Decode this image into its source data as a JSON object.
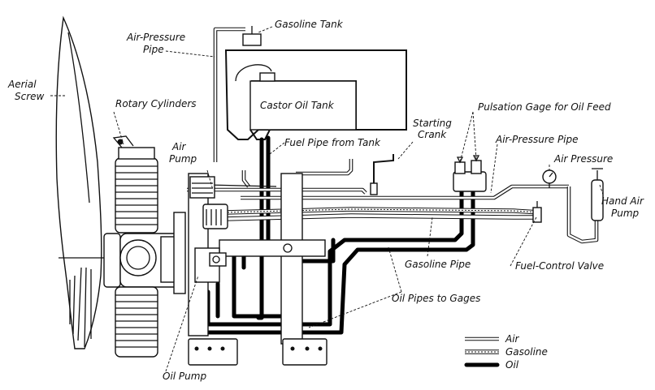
{
  "labels": {
    "gasoline_tank": "Gasoline Tank",
    "air_pressure_pipe_top_line1": "Air-Pressure",
    "air_pressure_pipe_top_line2": "Pipe",
    "aerial_screw_line1": "Aerial",
    "aerial_screw_line2": "Screw",
    "rotary_cylinders": "Rotary Cylinders",
    "castor_oil_tank": "Castor Oil Tank",
    "starting_crank_line1": "Starting",
    "starting_crank_line2": "Crank",
    "pulsation_gage": "Pulsation Gage for Oil Feed",
    "air_pump_line1": "Air",
    "air_pump_line2": "Pump",
    "fuel_pipe_from_tank": "Fuel Pipe from Tank",
    "air_pressure_pipe_right": "Air-Pressure Pipe",
    "air_pressure_gage": "Air Pressure",
    "hand_air_pump_line1": "Hand Air",
    "hand_air_pump_line2": "Pump",
    "gasoline_pipe": "Gasoline Pipe",
    "fuel_control_valve": "Fuel-Control Valve",
    "oil_pipes_to_gages": "Oil Pipes to Gages",
    "oil_pump": "Oil Pump"
  },
  "legend": {
    "items": [
      {
        "key": "air",
        "label": "Air"
      },
      {
        "key": "gasoline",
        "label": "Gasoline"
      },
      {
        "key": "oil",
        "label": "Oil"
      }
    ]
  },
  "colors": {
    "ink": "#111111",
    "paper": "#ffffff"
  }
}
